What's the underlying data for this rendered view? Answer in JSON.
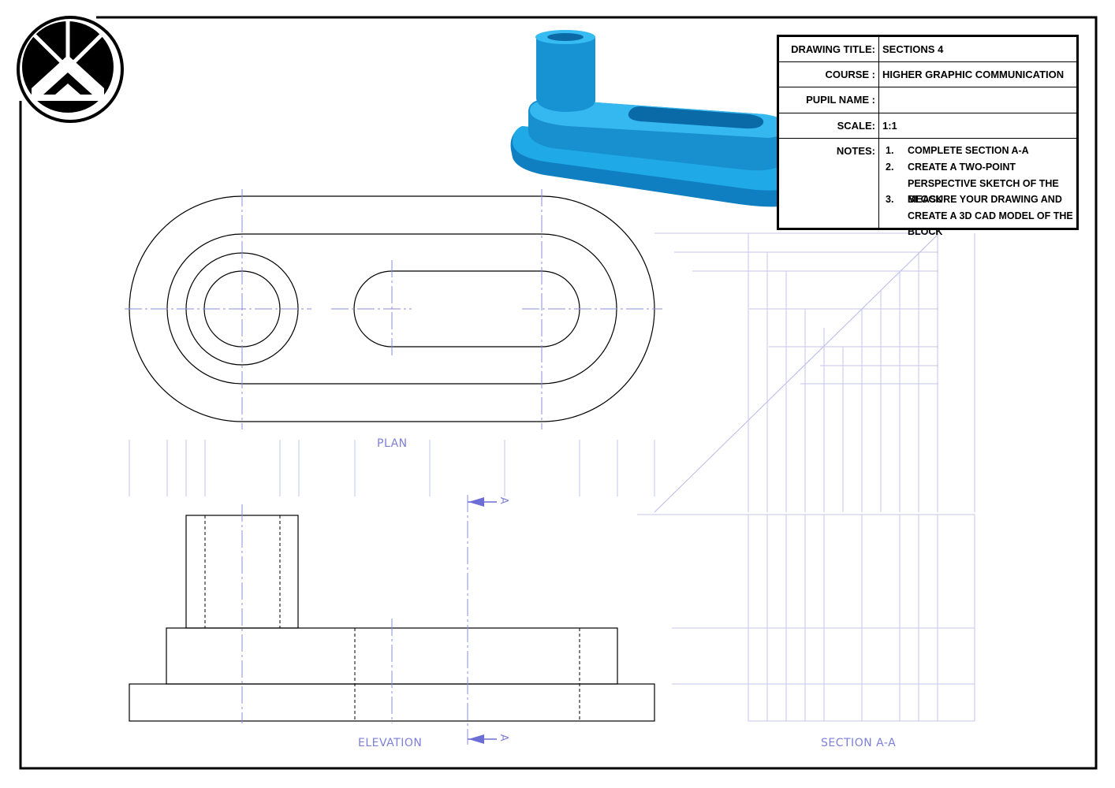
{
  "title_block": {
    "rows": [
      {
        "key": "DRAWING TITLE:",
        "value": "SECTIONS 4"
      },
      {
        "key": "COURSE :",
        "value": "HIGHER GRAPHIC COMMUNICATION"
      },
      {
        "key": "PUPIL NAME :",
        "value": ""
      },
      {
        "key": "SCALE:",
        "value": "1:1"
      }
    ],
    "notes_key": "NOTES:",
    "notes": [
      {
        "num": "1.",
        "text": "COMPLETE SECTION A-A"
      },
      {
        "num": "2.",
        "text": "CREATE A TWO-POINT PERSPECTIVE SKETCH OF THE BLOCK"
      },
      {
        "num": "3.",
        "text": "MEASURE YOUR DRAWING AND CREATE A 3D CAD MODEL OF THE BLOCK"
      }
    ]
  },
  "views": {
    "plan_label": "PLAN",
    "elevation_label": "ELEVATION",
    "section_label": "SECTION A-A",
    "cut_plane_letter": "A"
  },
  "colors": {
    "construction": "#7d7fd9",
    "model": "#1fa3de",
    "outline": "#000000"
  },
  "icons": [
    "logo-icon",
    "section-arrow-icon"
  ]
}
